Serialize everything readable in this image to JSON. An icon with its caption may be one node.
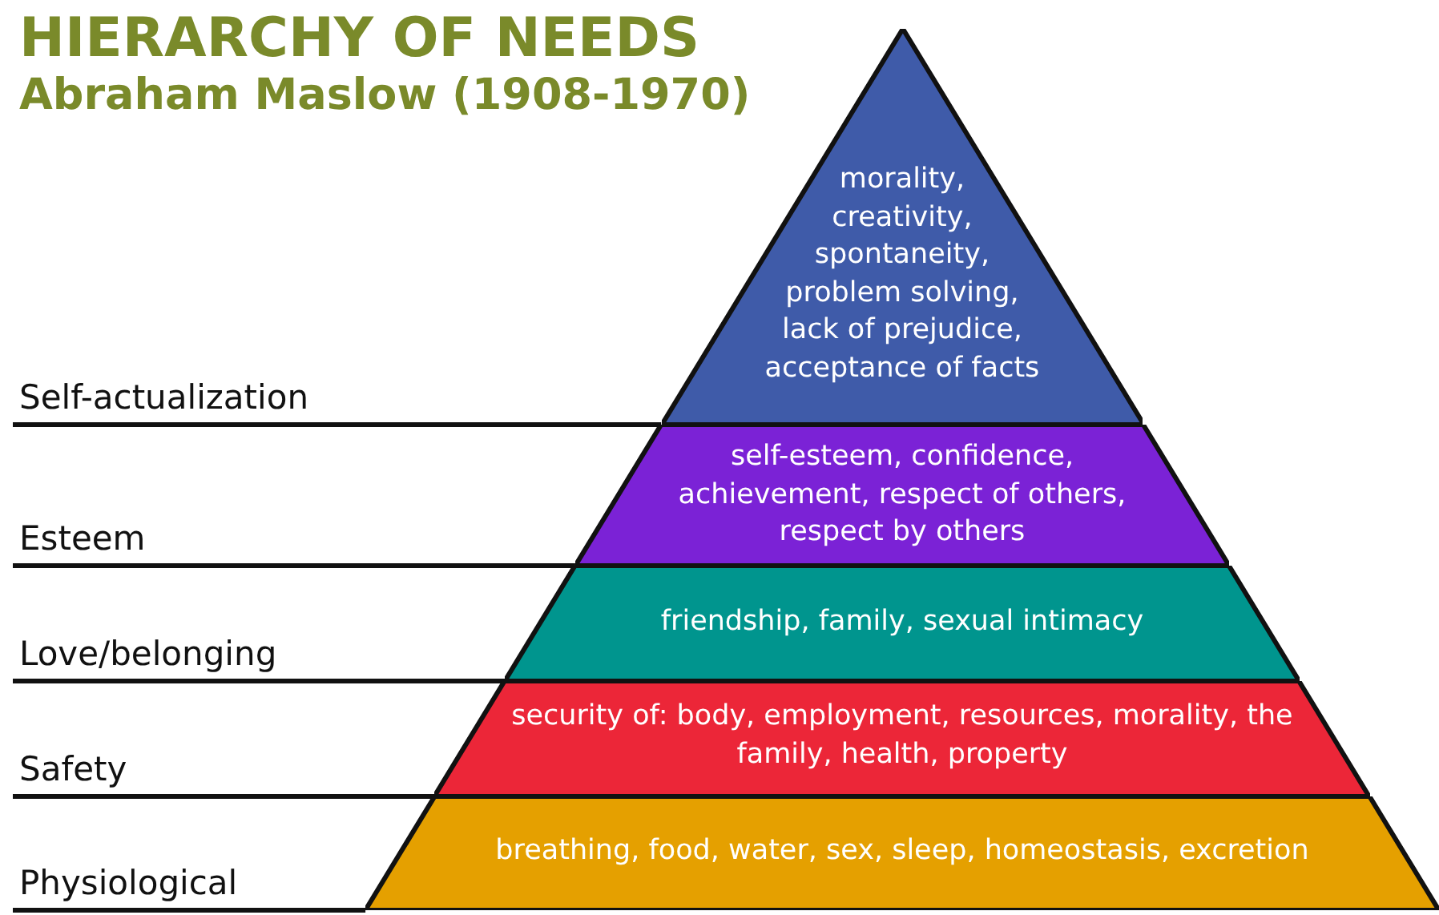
{
  "diagram": {
    "title": "HIERARCHY OF NEEDS",
    "nodes": [
      {
        "text": [
          "morality, creativity, spontaneity, problem solving, lack of prejudice, acceptance of facts"
        ]
      },
      {
        "text": [
          "self-esteem, confidence, achievement, respect of others, respect by others"
        ]
      },
      {
        "text": [
          "friendship, family, sexual intimacy"
        ]
      },
      {
        "text": [
          "security of: body, employment, resources, morality, the family, health, property"
        ]
      },
      {
        "text": [
          "breathing, food, water, sex, sleep, homeostasis, excretion"
        ]
      },
      {
        "text": [
          "Self-actualization"
        ]
      },
      {
        "text": [
          "Esteem"
        ]
      },
      {
        "text": [
          "Love/belonging"
        ]
      },
      {
        "text": [
          "Safety"
        ]
      },
      {
        "text": [
          "Physiological"
        ]
      }
    ],
    "edges": [
      {
        "from": 5,
        "to": 0,
        "arrow": "none"
      },
      {
        "from": 6,
        "to": 1,
        "arrow": "none"
      },
      {
        "from": 7,
        "to": 2,
        "arrow": "none"
      },
      {
        "from": 8,
        "to": 3,
        "arrow": "none"
      },
      {
        "from": 9,
        "to": 4,
        "arrow": "none"
      }
    ],
    "labels": [
      "Abraham Maslow (1908-1970)"
    ]
  }
}
